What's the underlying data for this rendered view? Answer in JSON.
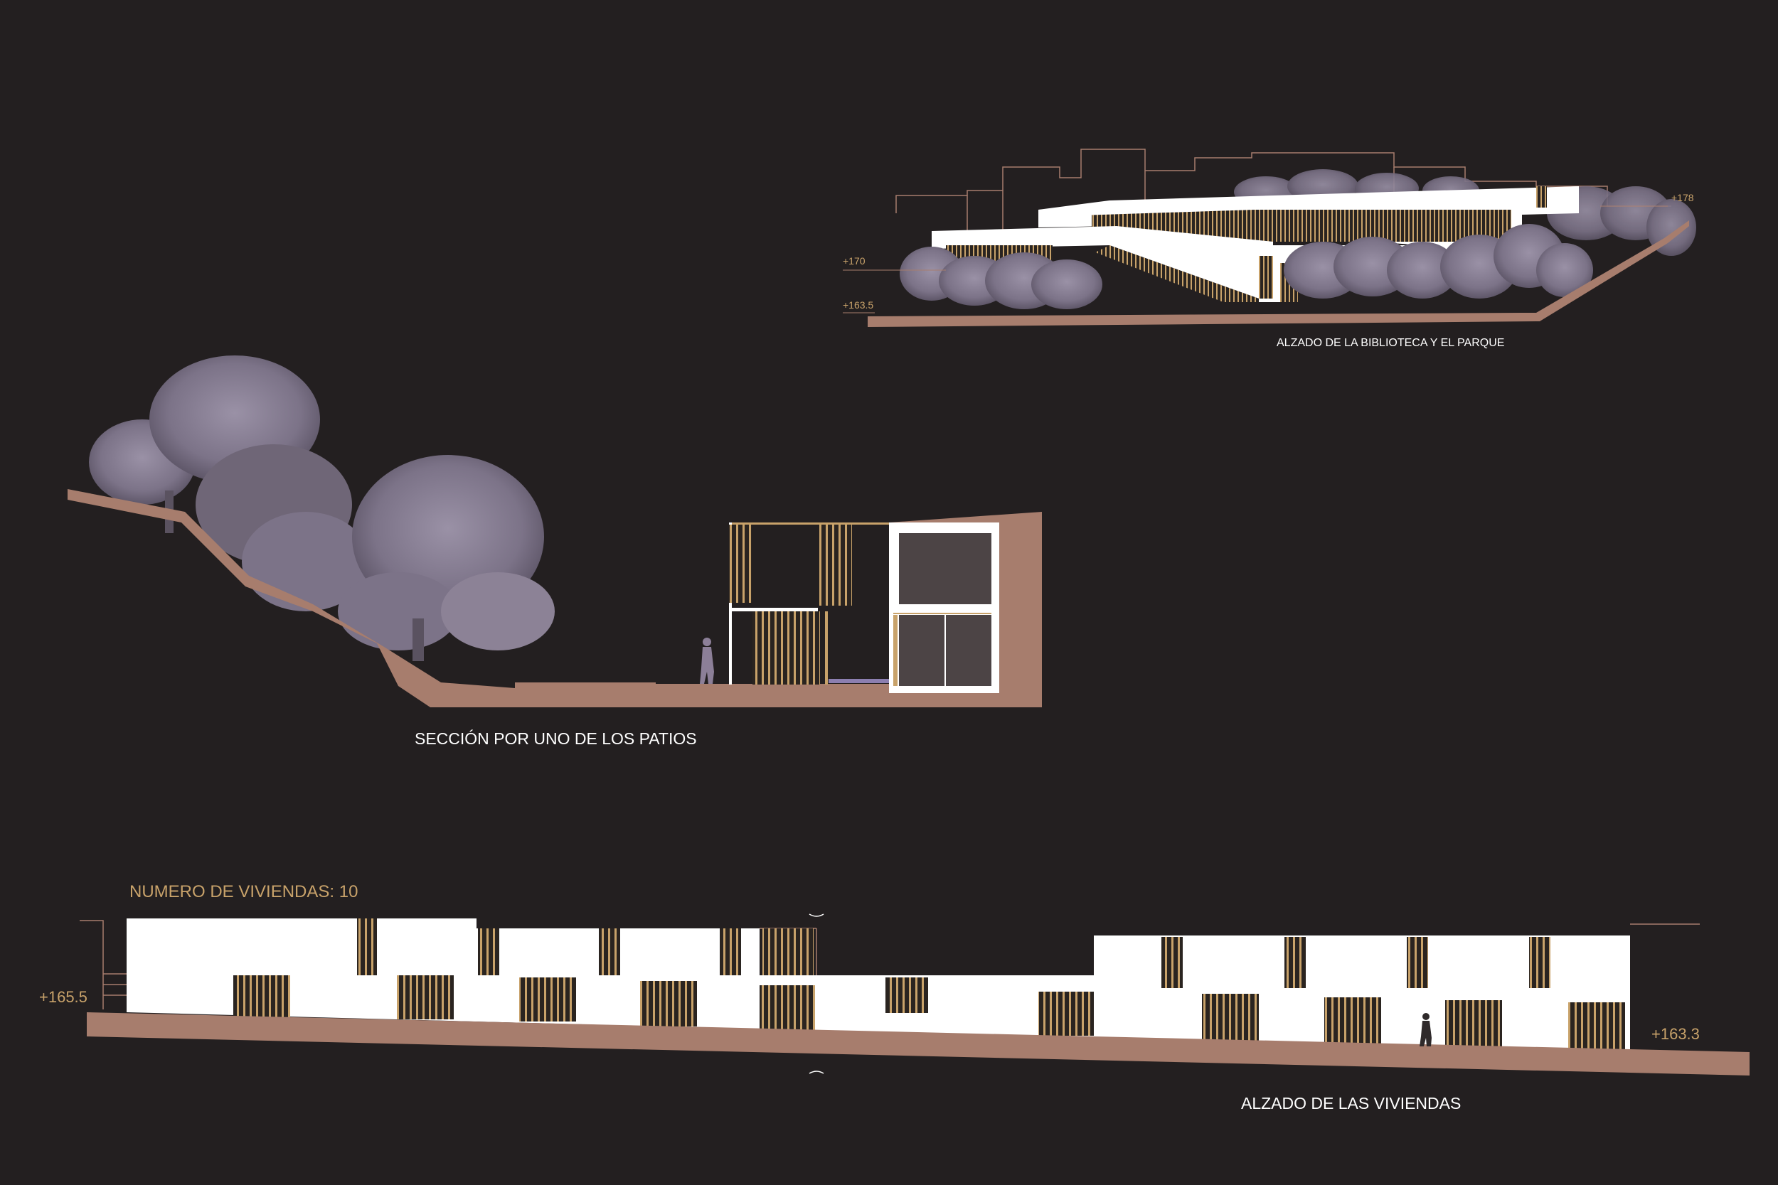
{
  "drawings": {
    "library_elevation": {
      "title": "ALZADO DE LA BIBLIOTECA Y EL PARQUE",
      "levels": [
        "+178",
        "+170",
        "+163.5"
      ]
    },
    "patio_section": {
      "title": "SECCIÓN POR UNO DE LOS PATIOS"
    },
    "housing_elevation": {
      "title": "ALZADO DE LAS VIVIENDAS",
      "dwellings_label": "NUMERO DE VIVIENDAS: 10",
      "levels": [
        "+165.5",
        "+163.3"
      ]
    }
  },
  "colors": {
    "background": "#231f20",
    "ground": "#a77d6d",
    "building": "#ffffff",
    "lattice": "#c8a26a",
    "interior": "#4c4445",
    "trees": "#8c8296",
    "label": "#ffffff",
    "level_label": "#c8a26a"
  }
}
